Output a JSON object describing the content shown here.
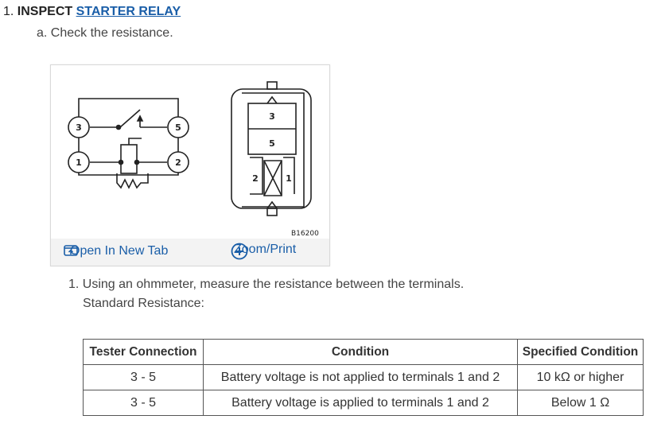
{
  "step": {
    "number": "1.",
    "title_prefix": "INSPECT",
    "title_link": "STARTER RELAY",
    "sub_letter": "a.",
    "sub_text": "Check the resistance."
  },
  "figure": {
    "code": "B16200",
    "schematic_terminals": [
      "3",
      "5",
      "1",
      "2"
    ],
    "connector_terminals": [
      "3",
      "5",
      "2",
      "1"
    ],
    "open_tab_label": "Open In New Tab",
    "zoom_label": "Zoom/Print"
  },
  "instruction": {
    "number": "1.",
    "text": "Using an ohmmeter, measure the resistance between the terminals.",
    "label": "Standard Resistance:"
  },
  "table": {
    "headers": [
      "Tester Connection",
      "Condition",
      "Specified Condition"
    ],
    "rows": [
      [
        "3 - 5",
        "Battery voltage is not applied to terminals 1 and 2",
        "10 kΩ or higher"
      ],
      [
        "3 - 5",
        "Battery voltage is applied to terminals 1 and 2",
        "Below 1 Ω"
      ]
    ]
  }
}
